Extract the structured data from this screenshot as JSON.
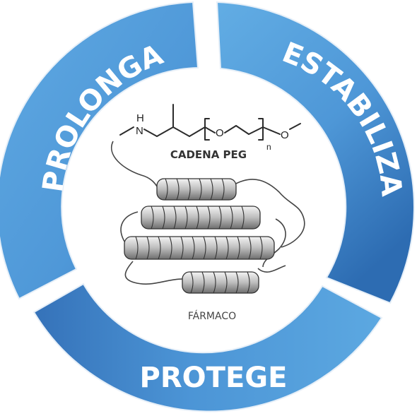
{
  "segments": {
    "left": "PROLONGA",
    "right": "ESTABILIZA",
    "bottom": "PROTEGE"
  },
  "molecule": {
    "atom_h": "H",
    "atom_n": "N",
    "atom_o1": "O",
    "atom_o2": "O",
    "subscript": "n",
    "peg_label": "CADENA PEG",
    "drug_label": "FÁRMACO"
  },
  "colors": {
    "ring_light": "#5aa6e0",
    "ring_dark": "#2f6fb5",
    "ring_edge": "#d7e6f4"
  }
}
